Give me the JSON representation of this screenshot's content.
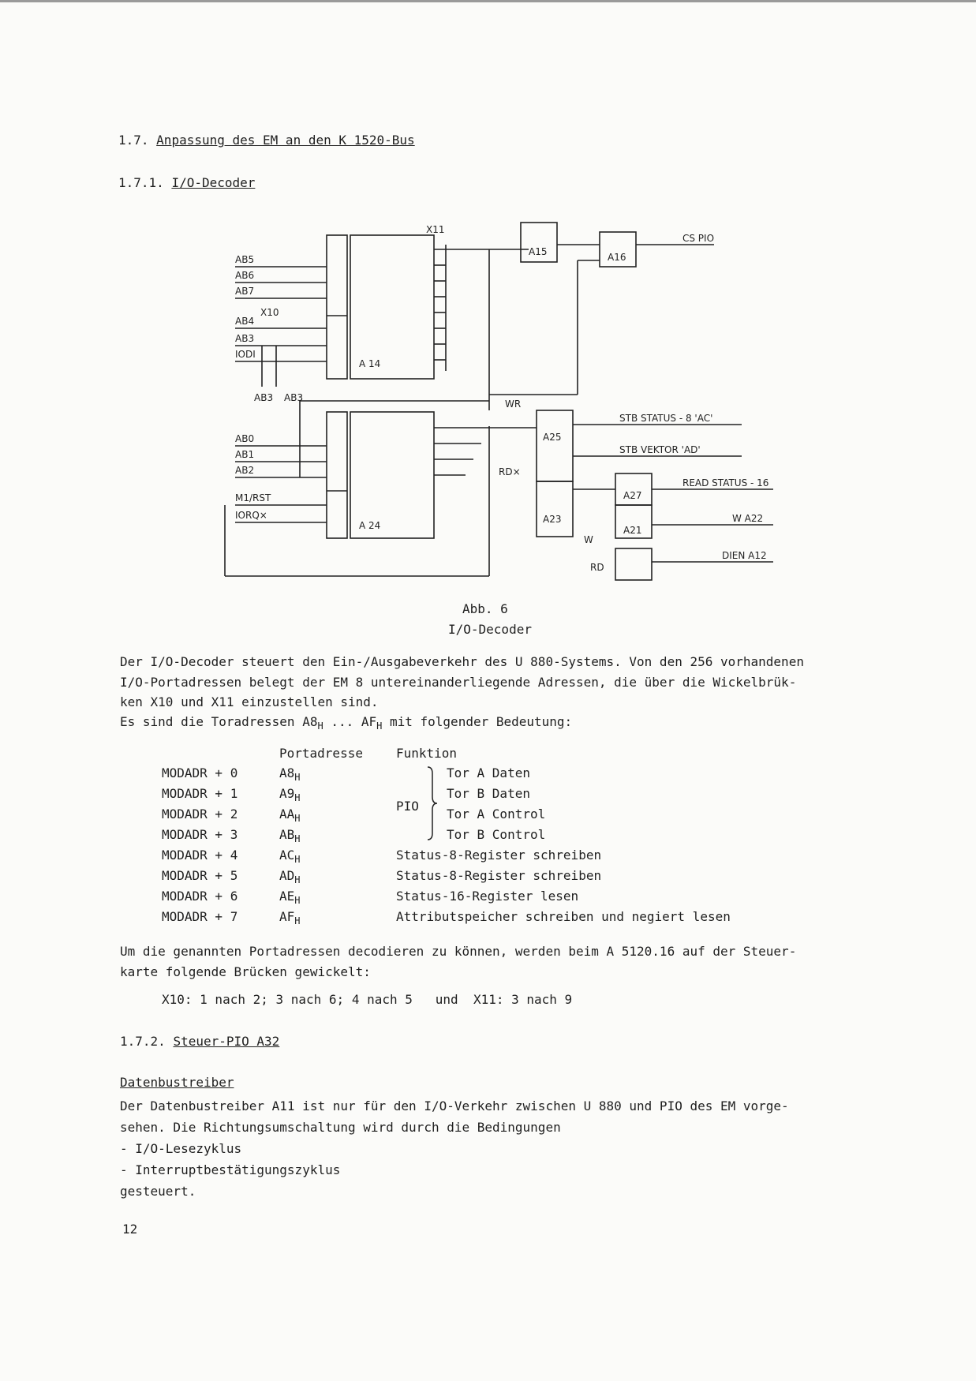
{
  "page": {
    "section_1_7_num": "1.7.",
    "section_1_7_title": "Anpassung des EM an den K 1520-Bus",
    "section_1_7_1_num": "1.7.1.",
    "section_1_7_1_title": "I/O-Decoder",
    "figure": {
      "caption_1": "Abb. 6",
      "caption_2": "I/O-Decoder",
      "chips": {
        "a14": "A 14",
        "a24": "A 24",
        "a15": "A15",
        "a16": "A16",
        "a25": "A25",
        "a23": "A23",
        "a27": "A27",
        "a21": "A21"
      },
      "inputs": {
        "ab5": "AB5",
        "ab6": "AB6",
        "ab7": "AB7",
        "ab4": "AB4",
        "ab3": "AB3",
        "iodi": "IODI",
        "ab0": "AB0",
        "ab1": "AB1",
        "ab2": "AB2",
        "m1rst": "M1/RST",
        "iorq": "IORQ×",
        "x10": "X10",
        "x11": "X11",
        "ab3_a": "AB3",
        "ab3_b": "AB3",
        "wr": "WR",
        "rd": "RD×",
        "w": "W",
        "rd2": "RD"
      },
      "outputs": {
        "cs_pio": "CS PIO",
        "stb_status": "STB STATUS - 8 'AC'",
        "stb_vektor": "STB VEKTOR 'AD'",
        "read_status": "READ STATUS - 16",
        "w_a22": "W A22",
        "dien": "DIEN A12"
      }
    },
    "para1_l1": "Der I/O-Decoder steuert den Ein-/Ausgabeverkehr des U 880-Systems. Von den 256 vorhandenen",
    "para1_l2": "I/O-Portadressen belegt der EM 8 untereinanderliegende Adressen, die über die Wickelbrük-",
    "para1_l3": "ken X10 und X11 einzustellen sind.",
    "para2_a": "Es sind die Toradressen A8",
    "para2_sub1": "H",
    "para2_b": " ... AF",
    "para2_sub2": "H",
    "para2_c": " mit folgender Bedeutung:",
    "table": {
      "head_port": "Portadresse",
      "head_func": "Funktion",
      "pio_label": "PIO",
      "sub": "H",
      "rows": [
        {
          "mod": "MODADR + 0",
          "port": "A8",
          "func": "Tor A Daten"
        },
        {
          "mod": "MODADR + 1",
          "port": "A9",
          "func": "Tor B Daten"
        },
        {
          "mod": "MODADR + 2",
          "port": "AA",
          "func": "Tor A Control"
        },
        {
          "mod": "MODADR + 3",
          "port": "AB",
          "func": "Tor B Control"
        },
        {
          "mod": "MODADR + 4",
          "port": "AC",
          "func": "Status-8-Register schreiben"
        },
        {
          "mod": "MODADR + 5",
          "port": "AD",
          "func": "Status-8-Register schreiben"
        },
        {
          "mod": "MODADR + 6",
          "port": "AE",
          "func": "Status-16-Register lesen"
        },
        {
          "mod": "MODADR + 7",
          "port": "AF",
          "func": "Attributspeicher schreiben und negiert lesen"
        }
      ]
    },
    "para3_l1": "Um die genannten Portadressen decodieren zu können, werden beim A 5120.16 auf der Steuer-",
    "para3_l2": "karte folgende Brücken gewickelt:",
    "bridges": "X10: 1 nach 2; 3 nach 6; 4 nach 5   und  X11: 3 nach 9",
    "section_1_7_2_num": "1.7.2.",
    "section_1_7_2_title": "Steuer-PIO A32",
    "datenbus_title": "Datenbustreiber",
    "para4_l1": "Der Datenbustreiber A11 ist nur für den I/O-Verkehr zwischen U 880 und PIO des EM vorge-",
    "para4_l2": "sehen. Die Richtungsumschaltung wird durch die Bedingungen",
    "bullet1": "- I/O-Lesezyklus",
    "bullet2": "- Interruptbestätigungszyklus",
    "para4_end": "gesteuert.",
    "page_number": "12"
  }
}
